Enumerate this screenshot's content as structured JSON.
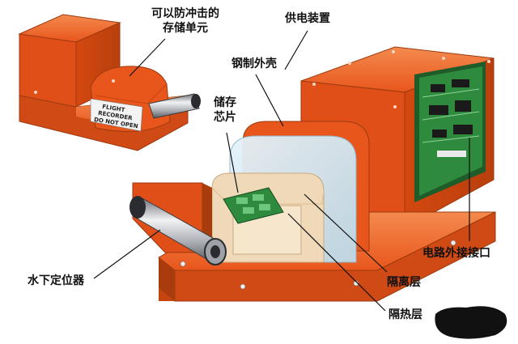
{
  "labels": {
    "storage_unit_line1": "可以防冲击的",
    "storage_unit_line2": "存储单元",
    "power_supply": "供电装置",
    "steel_shell": "钢制外壳",
    "memory_chip_line1": "储存",
    "memory_chip_line2": "芯片",
    "underwater_locator": "水下定位器",
    "circuit_interface": "电路外接接口",
    "isolation_layer": "隔离层",
    "insulation_layer": "隔热层"
  },
  "plate_text": {
    "line1": "FLIGHT",
    "line2": "RECORDER",
    "line3": "DO NOT OPEN"
  },
  "colors": {
    "body_orange": "#e8561c",
    "body_orange_dark": "#b83f0e",
    "body_orange_light": "#f27a3c",
    "circuit_green": "#2e8b3e",
    "insulation_cream": "#efd9b8",
    "isolation_blue": "#d9ecf5",
    "metal_silver": "#c9ccd1",
    "text": "#111111",
    "redaction": "#111111"
  }
}
